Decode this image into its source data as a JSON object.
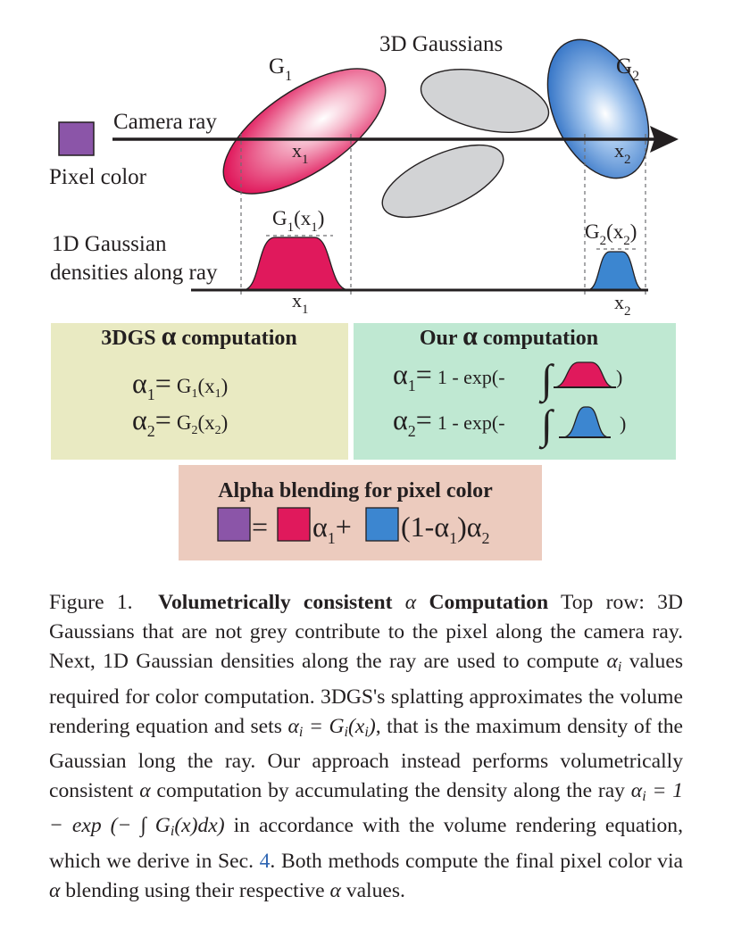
{
  "figure": {
    "labels": {
      "gaussians_3d": "3D Gaussians",
      "g1": "G",
      "g1_sub": "1",
      "g2": "G",
      "g2_sub": "2",
      "camera_ray": "Camera ray",
      "pixel_color": "Pixel color",
      "x": "x",
      "sub1": "1",
      "sub2": "2",
      "densities_line1": "1D Gaussian",
      "densities_line2": "densities along ray",
      "g1x1": "G",
      "g2x2": "G"
    },
    "panels": {
      "left_title_pre": "3DGS ",
      "left_title_alpha": "α",
      "left_title_post": " computation",
      "right_title_pre": "Our ",
      "right_title_alpha": "α",
      "right_title_post": " computation",
      "alpha": "α",
      "equals": "=",
      "left_eq1_rhs": "G",
      "one_minus_exp": "1 - exp(-",
      "close_paren": ")",
      "blend_title": "Alpha blending for pixel color",
      "plus": "+",
      "one_minus_alpha_open": "(1-",
      "paren_close": ")"
    },
    "colors": {
      "purple": "#8b55a8",
      "magenta": "#e0195c",
      "blue": "#3c86d0",
      "grey": "#d2d3d5",
      "panel_left": "#e9eac2",
      "panel_right": "#bfe8d2",
      "panel_bottom": "#eccbbe"
    }
  },
  "caption": {
    "fig_label": "Figure 1.",
    "bold_title_a": "Volumetrically consistent",
    "alpha": "α",
    "bold_title_b": "Computation",
    "text1": "Top row: 3D Gaussians that are not grey contribute to the pixel along the camera ray. Next, 1D Gaussian densities along the ray are used to compute",
    "alpha_i": "α",
    "i": "i",
    "text2": "values required for color computation. 3DGS's splatting approximates the volume rendering equation and sets",
    "eq_sets": "= G",
    "eq_sets_tail": "(x",
    "eq_close": ")",
    "text3": ", that is the maximum density of the Gaussian long the ray. Our approach instead performs volumetrically consistent",
    "text4": "computation by accumulating the density along the ray",
    "eq_ours": "= 1 − exp (− ∫ G",
    "eq_ours_tail": "(x)dx)",
    "text5": "in accordance with the volume rendering equation, which we derive in Sec.",
    "sec_ref": "4",
    "text6": ". Both methods compute the final pixel color via",
    "text7": "blending using their respective",
    "text8": "values."
  }
}
